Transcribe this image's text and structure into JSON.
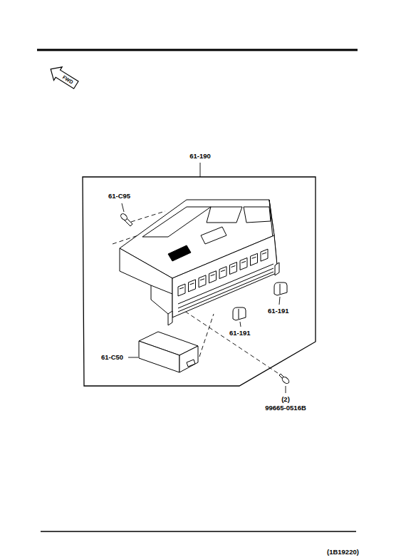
{
  "diagram": {
    "nodes": [
      {
        "text": [
          "FWD"
        ]
      },
      {
        "text": [
          "61-190"
        ]
      }
    ],
    "labels": [
      "61-C95",
      "61-191",
      "61-191",
      "61-C50",
      "(2)",
      "99665-0516B",
      "(1B19220)"
    ]
  }
}
